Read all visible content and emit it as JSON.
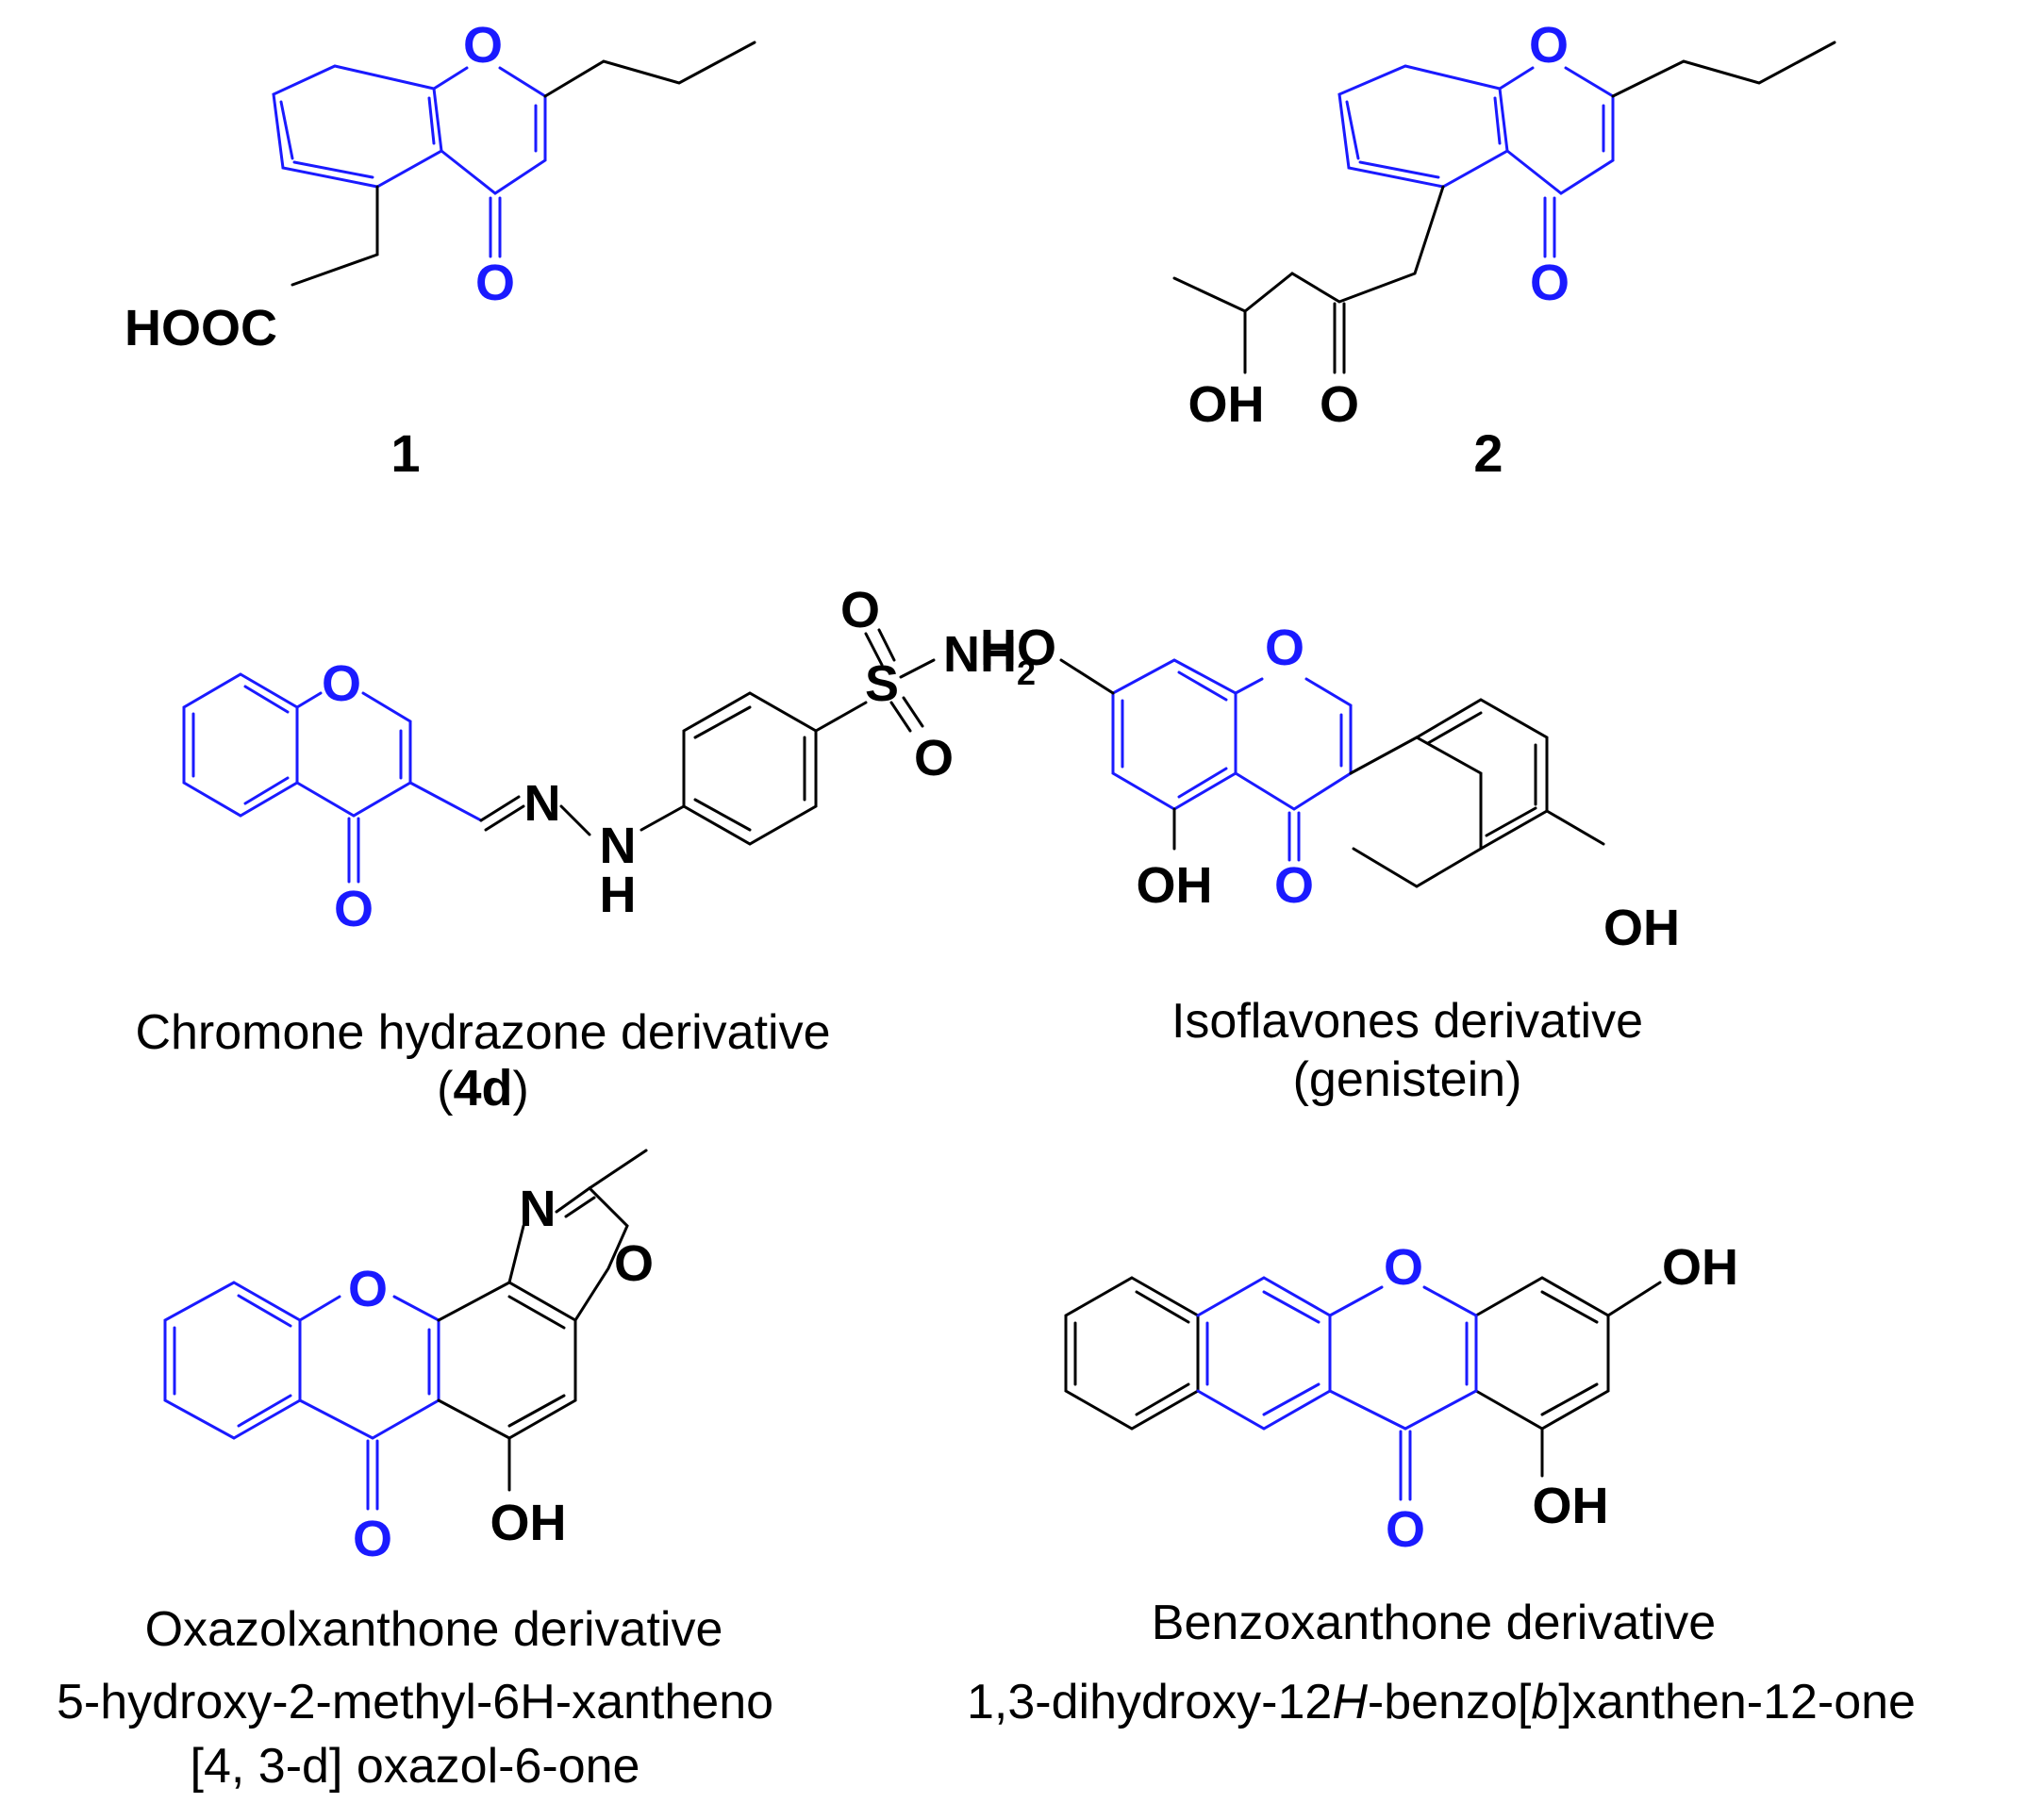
{
  "colors": {
    "core": "#1a1aff",
    "substituent": "#000000",
    "background": "#ffffff"
  },
  "compounds": [
    {
      "label": "1",
      "atoms": {
        "ring_o": "O",
        "keto_o": "O",
        "acid": "HOOC"
      }
    },
    {
      "label": "2",
      "atoms": {
        "ring_o": "O",
        "keto_o": "O",
        "oh": "OH",
        "ketone_o": "O"
      }
    },
    {
      "caption": "Chromone hydrazone derivative",
      "label_open": "(",
      "label": "4d",
      "label_close": ")",
      "atoms": {
        "ring_o": "O",
        "keto_o": "O",
        "n1": "N",
        "n2": "N",
        "nh_h": "H",
        "s": "S",
        "so_o1": "O",
        "so_o2": "O",
        "nh2": "NH",
        "nh2_sub": "2"
      }
    },
    {
      "caption": "Isoflavones derivative",
      "label": "(genistein)",
      "atoms": {
        "ring_o": "O",
        "keto_o": "O",
        "oh_top": "HO",
        "oh_bottom": "OH",
        "oh_para": "OH"
      }
    },
    {
      "caption": "Oxazolxanthone derivative",
      "name_line1": "5-hydroxy-2-methyl-6H-xantheno",
      "name_line2": "[4, 3-d] oxazol-6-one",
      "atoms": {
        "ring_o": "O",
        "keto_o": "O",
        "oh": "OH",
        "oxazole_n": "N",
        "oxazole_o": "O"
      }
    },
    {
      "caption": "Benzoxanthone derivative",
      "name_part1": "1,3-dihydroxy-12",
      "name_italic1": "H",
      "name_part2": "-benzo[",
      "name_italic2": "b",
      "name_part3": "]xanthen-12-one",
      "atoms": {
        "ring_o": "O",
        "keto_o": "O",
        "oh_top": "OH",
        "oh_bottom": "OH"
      }
    }
  ]
}
